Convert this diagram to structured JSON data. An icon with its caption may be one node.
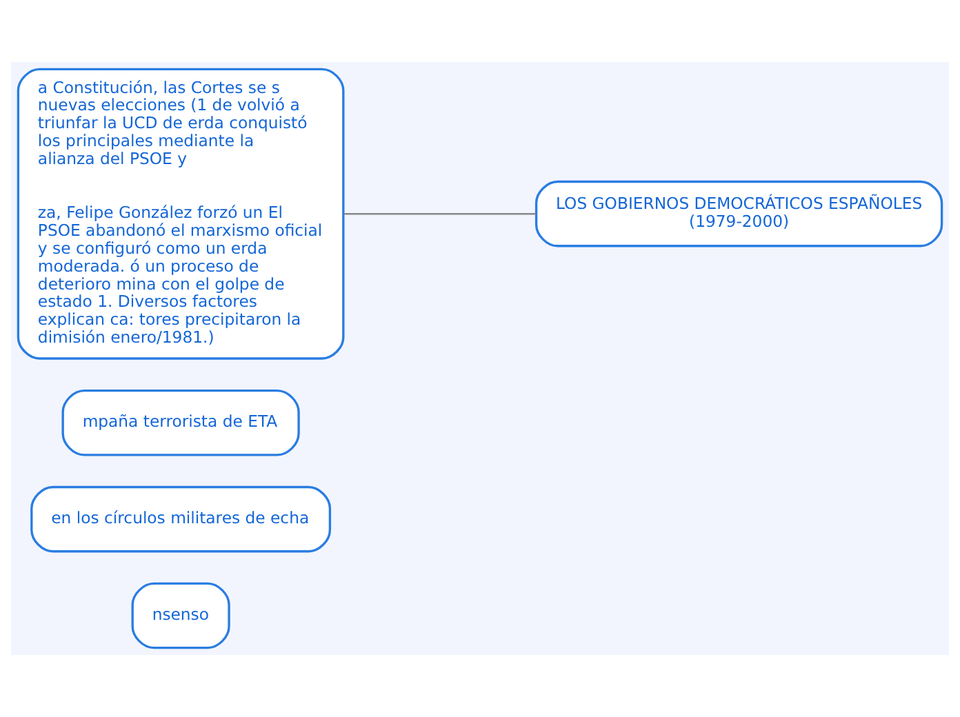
{
  "diagram": {
    "nodes": [
      {
        "text": [
          "LOS GOBIERNOS DEMOCRÁTICOS ESPAÑOLES (1979-2000)"
        ]
      },
      {
        "text": [
          "a Constitución, las Cortes se s nuevas elecciones (1 de volvió a triunfar la UCD de erda conquistó los principales mediante la alianza del PSOE y",
          "za, Felipe González forzó un El PSOE abandonó el marxismo oficial y se configuró como un erda moderada. ó un proceso de deterioro mina con el golpe de estado 1. Diversos factores explican ca: tores precipitaron la dimisión enero/1981.)"
        ]
      },
      {
        "text": [
          "mpaña terrorista de ETA"
        ]
      },
      {
        "text": [
          "en los círculos militares de echa"
        ]
      },
      {
        "text": [
          "nsenso"
        ]
      }
    ],
    "edges": [
      {
        "from": 0,
        "to": 1,
        "arrow": "none"
      }
    ]
  }
}
